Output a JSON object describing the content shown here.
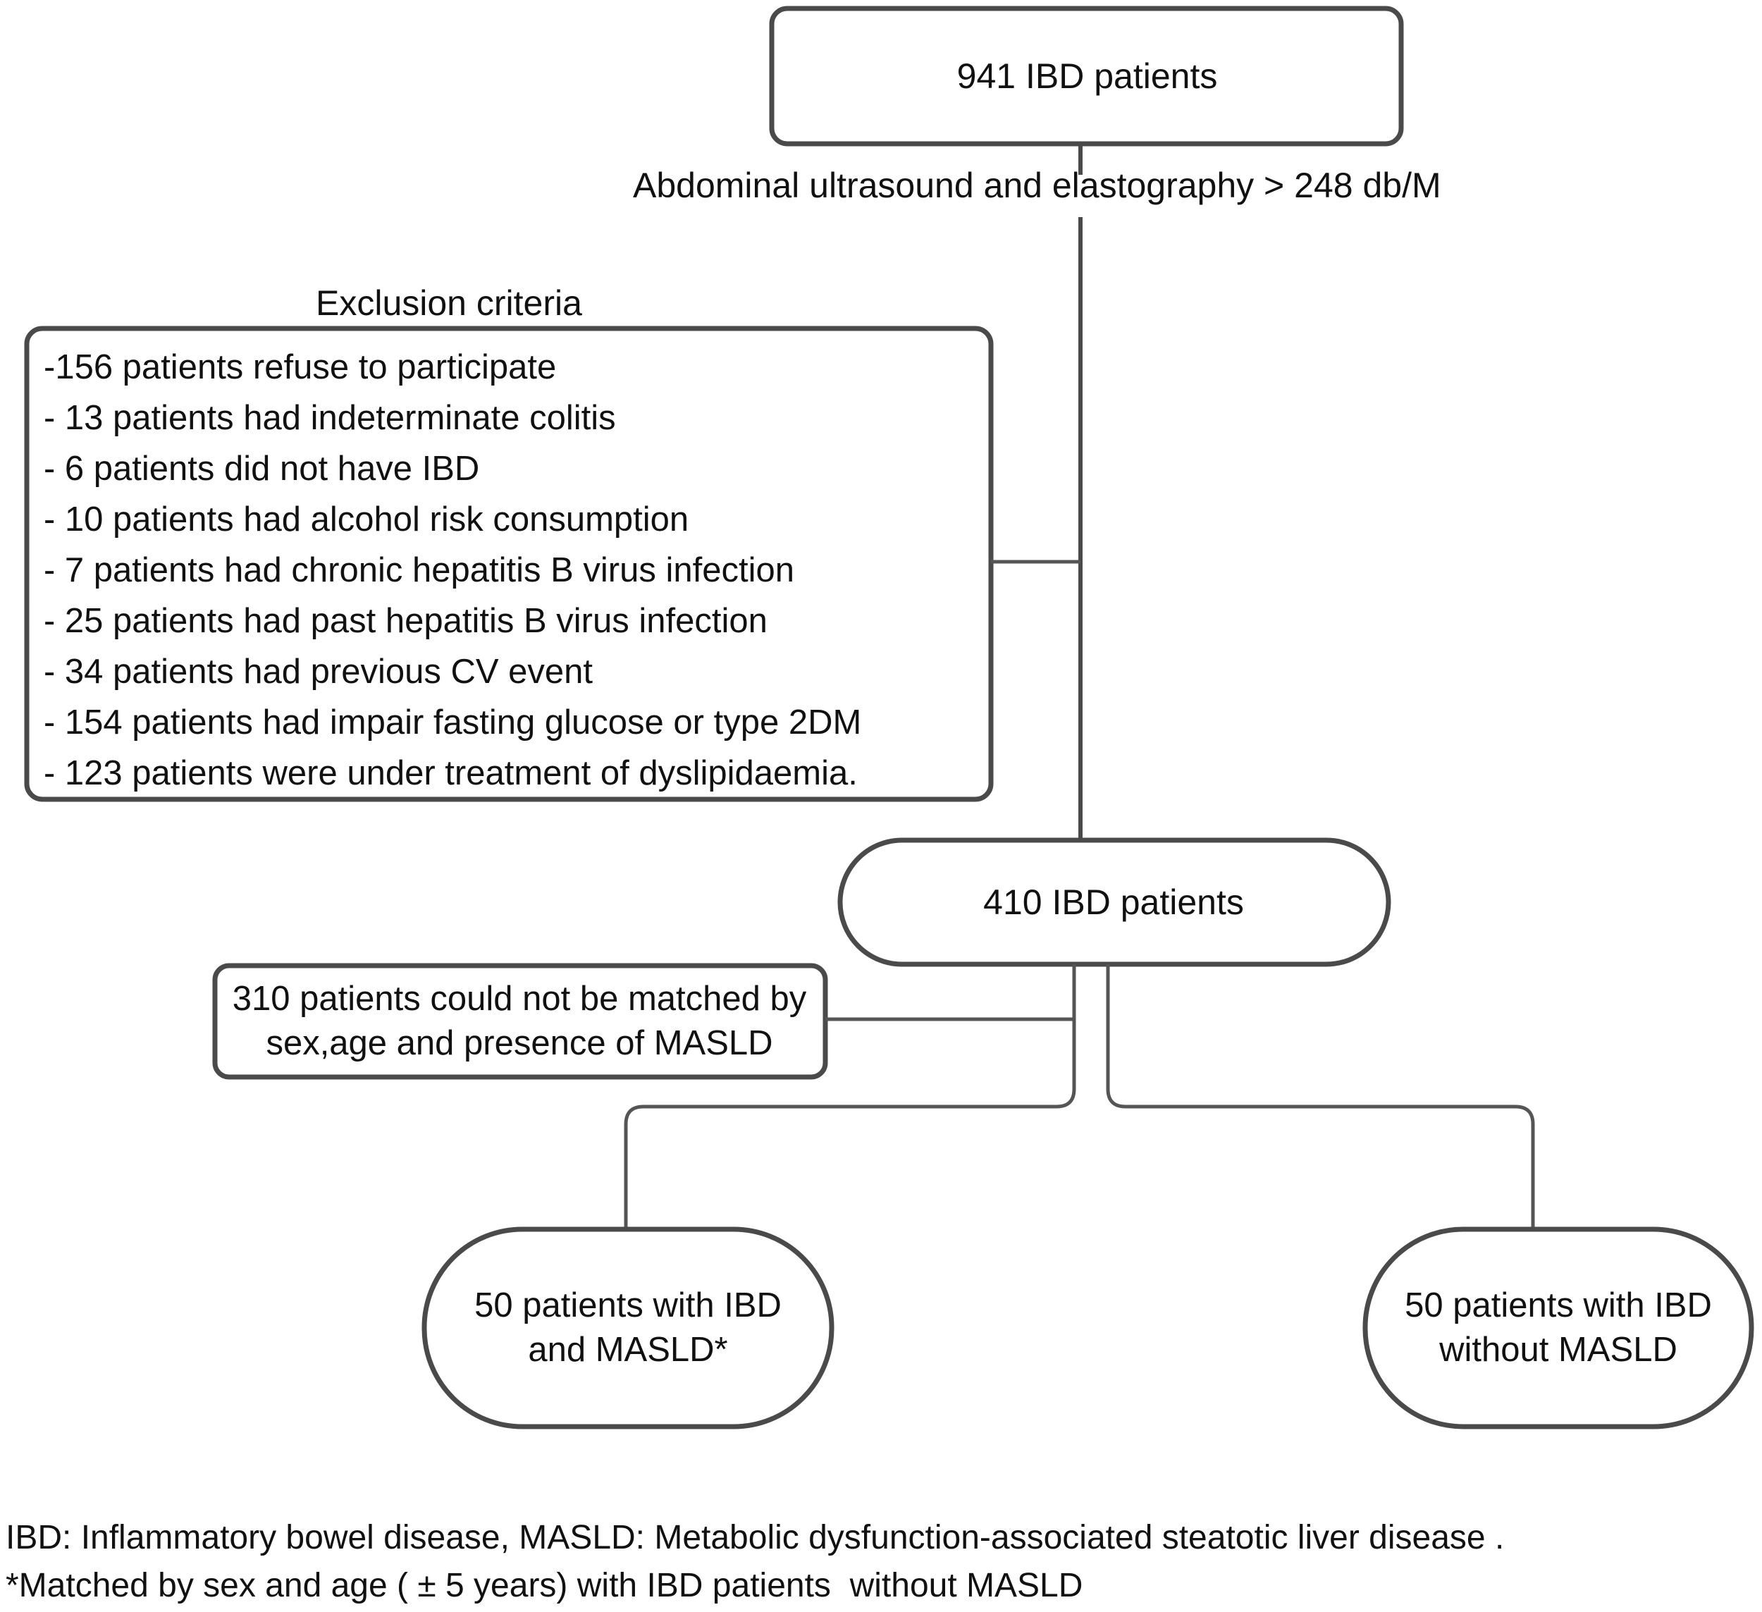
{
  "diagram": {
    "title_node": {
      "label": "941 IBD patients"
    },
    "stem_label": "Abdominal ultrasound and elastography > 248 db/M",
    "exclusion": {
      "title": "Exclusion criteria",
      "items": [
        "-156 patients refuse to participate",
        "- 13 patients had indeterminate colitis",
        "- 6 patients did not have IBD",
        "- 10 patients had alcohol risk consumption",
        "- 7 patients had chronic hepatitis B virus infection",
        "- 25 patients had past hepatitis B virus infection",
        "- 34 patients had previous CV event",
        "- 154 patients had impair fasting glucose or type 2DM",
        "- 123 patients were under treatment of dyslipidaemia."
      ]
    },
    "cohort_node": {
      "label": "410 IBD patients"
    },
    "unmatched_node": {
      "line1": "310 patients could not be matched by",
      "line2": "sex,age and presence of MASLD"
    },
    "terminal_left": {
      "line1": "50 patients with IBD",
      "line2": "and MASLD*"
    },
    "terminal_right": {
      "line1": "50 patients with IBD",
      "line2": "without MASLD"
    },
    "footnotes": [
      "IBD: Inflammatory bowel disease, MASLD: Metabolic dysfunction-associated steatotic liver disease .",
      "*Matched by sex and age ( ± 5 years) with IBD patients  without MASLD"
    ],
    "colors": {
      "stroke": "#4a4a4a",
      "text": "#111111",
      "background": "#ffffff"
    }
  }
}
